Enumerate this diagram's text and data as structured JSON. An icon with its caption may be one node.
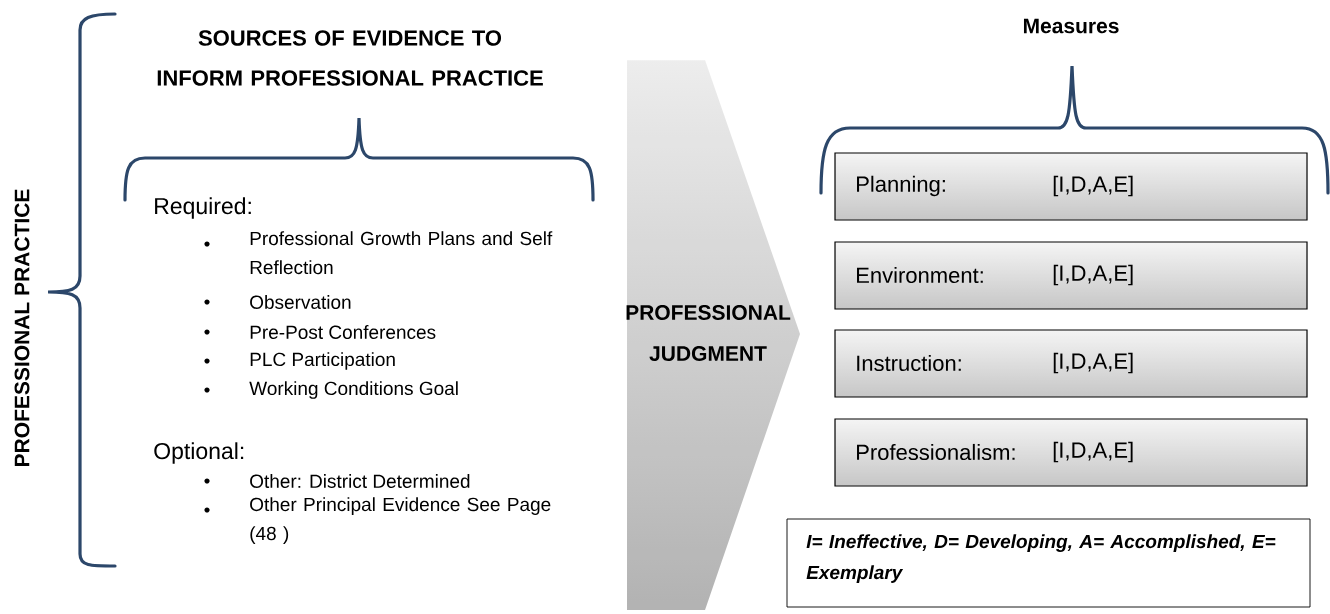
{
  "diagram": {
    "nodes": [
      {
        "text": [
          "PROFESSIONAL JUDGMENT"
        ]
      },
      {
        "text": [
          "Planning:",
          "[I,D,A,E]"
        ]
      },
      {
        "text": [
          "Environment:",
          "[I,D,A,E]"
        ]
      },
      {
        "text": [
          "Instruction:",
          "[I,D,A,E]"
        ]
      },
      {
        "text": [
          "Professionalism:",
          "[I,D,A,E]"
        ]
      },
      {
        "text": [
          "I= Ineffective, D= Developing, A= Accomplished, E= Exemplary"
        ]
      }
    ],
    "labels": [
      "PROFESSIONAL PRACTICE",
      "SOURCES OF EVIDENCE TO INFORM PROFESSIONAL PRACTICE",
      "Required:",
      "Professional Growth Plans and Self Reflection",
      "Observation",
      "Pre-Post Conferences",
      "PLC Participation",
      "Working Conditions Goal",
      "Optional:",
      "Other: District Determined",
      "Other Principal Evidence See Page (48 )",
      "Measures"
    ]
  }
}
